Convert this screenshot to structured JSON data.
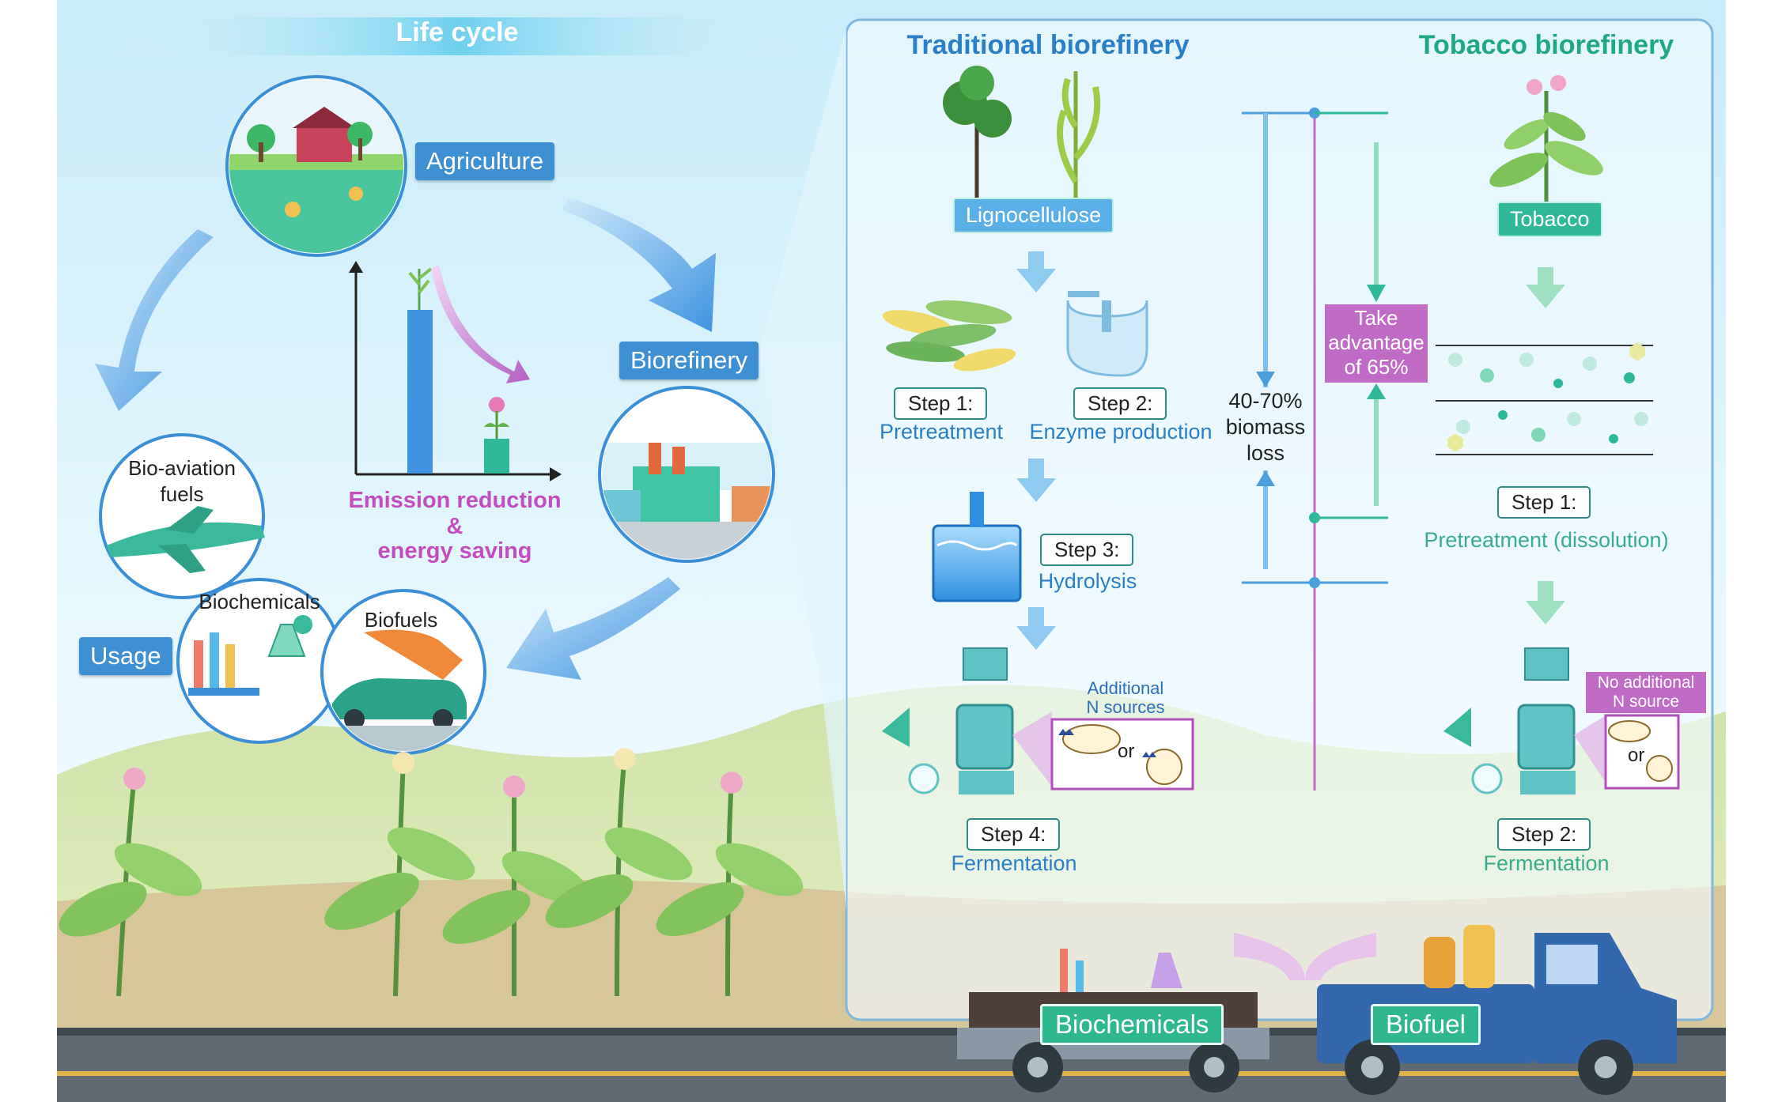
{
  "life_cycle": {
    "title": "Life cycle",
    "agriculture": "Agriculture",
    "biorefinery": "Biorefinery",
    "usage": "Usage",
    "bio_aviation_line1": "Bio-aviation",
    "bio_aviation_line2": "fuels",
    "biochemicals": "Biochemicals",
    "biofuels": "Biofuels",
    "emission_line1": "Emission reduction",
    "emission_line2": "&",
    "emission_line3": "energy saving"
  },
  "traditional": {
    "title": "Traditional biorefinery",
    "feedstock": "Lignocellulose",
    "step1_label": "Step 1:",
    "step1_name": "Pretreatment",
    "step2_label": "Step 2:",
    "step2_name": "Enzyme production",
    "step3_label": "Step 3:",
    "step3_name": "Hydrolysis",
    "step4_label": "Step 4:",
    "step4_name": "Fermentation",
    "n_source_line1": "Additional",
    "n_source_line2": "N sources",
    "or": "or"
  },
  "comparison": {
    "loss_line1": "40-70%",
    "loss_line2": "biomass",
    "loss_line3": "loss",
    "advantage_line1": "Take",
    "advantage_line2": "advantage",
    "advantage_line3": "of 65%"
  },
  "tobacco": {
    "title": "Tobacco biorefinery",
    "feedstock": "Tobacco",
    "step1_label": "Step 1:",
    "step1_name": "Pretreatment (dissolution)",
    "step2_label": "Step 2:",
    "step2_name": "Fermentation",
    "n_source_line1": "No additional",
    "n_source_line2": "N source",
    "or": "or"
  },
  "truck": {
    "biochemicals": "Biochemicals",
    "biofuel": "Biofuel"
  },
  "colors": {
    "blue_accent": "#3f8fd3",
    "teal_accent": "#2fb89a",
    "purple_accent": "#c06bc5",
    "title_blue": "#2b7fc7",
    "title_teal": "#20a884"
  }
}
